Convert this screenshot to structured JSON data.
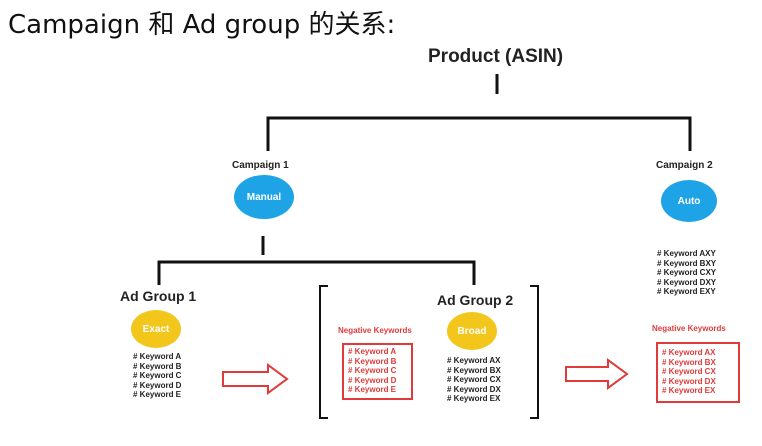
{
  "heading": "Campaign 和 Ad group 的关系:",
  "root": "Product (ASIN)",
  "campaigns": [
    {
      "title": "Campaign 1",
      "type": "Manual"
    },
    {
      "title": "Campaign 2",
      "type": "Auto"
    }
  ],
  "ad_groups": [
    {
      "title": "Ad Group 1",
      "match": "Exact",
      "keywords": [
        "# Keyword A",
        "# Keyword B",
        "# Keyword C",
        "# Keyword D",
        "# Keyword E"
      ]
    },
    {
      "title": "Ad Group 2",
      "match": "Broad",
      "keywords": [
        "# Keyword AX",
        "# Keyword BX",
        "# Keyword CX",
        "# Keyword DX",
        "# Keyword EX"
      ]
    }
  ],
  "campaign2_keywords": [
    "# Keyword AXY",
    "# Keyword BXY",
    "# Keyword CXY",
    "# Keyword DXY",
    "# Keyword EXY"
  ],
  "negative_keywords_1": {
    "title": "Negative Keywords",
    "keywords": [
      "# Keyword A",
      "# Keyword B",
      "# Keyword C",
      "# Keyword D",
      "# Keyword E"
    ]
  },
  "negative_keywords_2": {
    "title": "Negative Keywords",
    "keywords": [
      "# Keyword AX",
      "# Keyword BX",
      "# Keyword CX",
      "# Keyword DX",
      "# Keyword EX"
    ]
  },
  "colors": {
    "manual_auto_circle": "#1ea3e6",
    "match_circle": "#f2c61a",
    "negative": "#e03a3a",
    "line": "#111111"
  }
}
